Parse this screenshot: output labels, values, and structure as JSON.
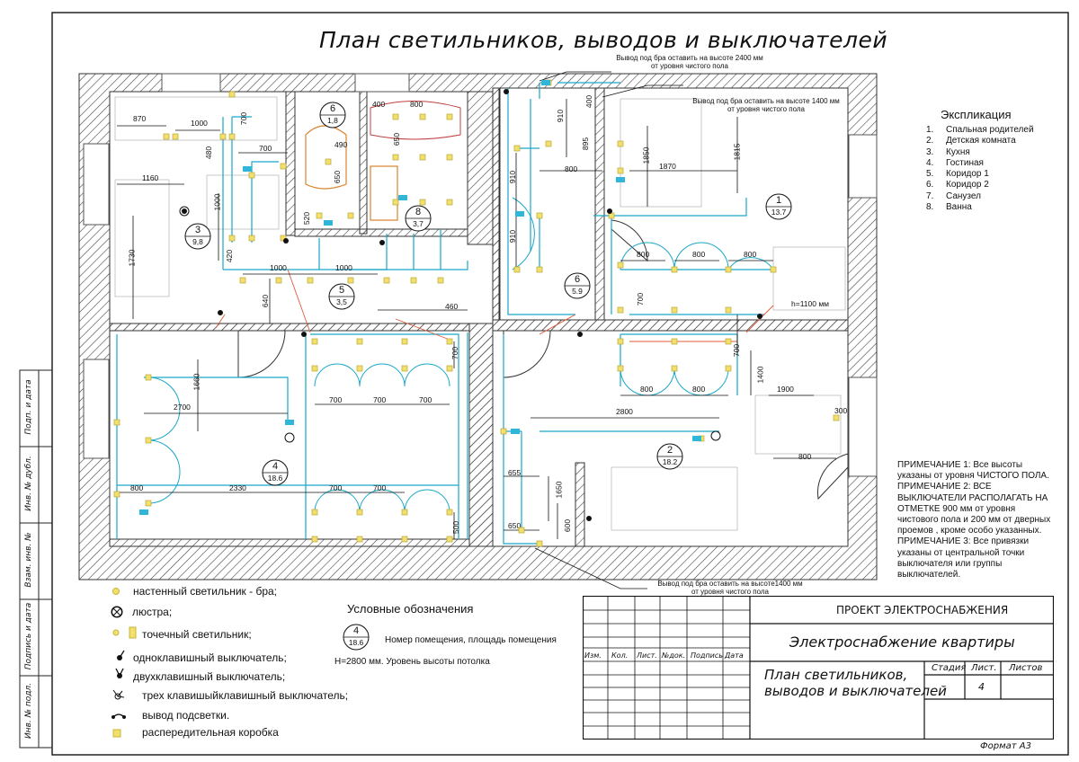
{
  "title": "План светильников, выводов и выключателей",
  "top_notes": {
    "bra_2400": [
      "Вывод под бра оставить на высоте  2400 мм",
      "от уровня чистого пола"
    ],
    "bra_1400_top": [
      "Вывод под бра оставить на высоте  1400 мм",
      "от уровня чистого пола"
    ],
    "bra_1400_bottom": [
      "Вывод под бра оставить на высоте1400 мм",
      "от уровня чистого пола"
    ]
  },
  "explication": {
    "title": "Экспликация",
    "items": [
      {
        "n": "1.",
        "name": "Спальная родителей"
      },
      {
        "n": "2.",
        "name": "Детская комната"
      },
      {
        "n": "3.",
        "name": "Кухня"
      },
      {
        "n": "4.",
        "name": "Гостиная"
      },
      {
        "n": "5.",
        "name": "Коридор 1"
      },
      {
        "n": "6.",
        "name": "Коридор 2"
      },
      {
        "n": "7.",
        "name": "Санузел"
      },
      {
        "n": "8.",
        "name": "Ванна"
      }
    ]
  },
  "notes": [
    "ПРИМЕЧАНИЕ 1: Все высоты",
    "указаны от уровня ЧИСТОГО ПОЛА.",
    "ПРИМЕЧАНИЕ 2: ВСЕ",
    "ВЫКЛЮЧАТЕЛИ РАСПОЛАГАТЬ НА",
    "ОТМЕТКЕ 900 мм от уровня",
    "чистового пола и 200 мм от дверных",
    "проемов , кроме особо указанных.",
    "ПРИМЕЧАНИЕ 3: Все привязки",
    "указаны от центральной точки",
    "выключателя или группы",
    "выключателей."
  ],
  "rooms": [
    {
      "no": "1",
      "area": "13.7"
    },
    {
      "no": "2",
      "area": "18.2"
    },
    {
      "no": "3",
      "area": "9,8"
    },
    {
      "no": "4",
      "area": "18.6"
    },
    {
      "no": "5",
      "area": "3,5"
    },
    {
      "no": "6",
      "area": "1,8"
    },
    {
      "no": "8",
      "area": "3,7"
    },
    {
      "no": "6",
      "area": "5.9"
    }
  ],
  "dims": {
    "d870": "870",
    "d1000a": "1000",
    "d700a": "700",
    "d480": "480",
    "d700b": "700",
    "d1160": "1160",
    "d1730": "1730",
    "d1000b": "1000",
    "d1000c": "1000",
    "d1000d": "1000",
    "d460": "460",
    "d640": "640",
    "d420": "420",
    "d520": "520",
    "d490": "490",
    "d650a": "650",
    "d400": "400",
    "d800a": "800",
    "d650b": "650",
    "d910a": "910",
    "d910b": "910",
    "d910c": "910",
    "d895": "895",
    "d400b": "400",
    "d800b": "800",
    "d1850": "1850",
    "d1870": "1870",
    "d1815": "1815",
    "d800c": "800",
    "d800d": "800",
    "d800e": "800",
    "d700c": "700",
    "h1100": "h=1100 мм",
    "d700d": "700",
    "d1400": "1400",
    "d800f": "800",
    "d800g": "800",
    "d1900": "1900",
    "d300": "300",
    "d2800": "2800",
    "d800h": "800",
    "d655": "655",
    "d1650": "1650",
    "d650c": "650",
    "d600": "600",
    "d1660": "1660",
    "d2700": "2700",
    "d700e": "700",
    "d700f": "700",
    "d700g": "700",
    "d700h": "700",
    "d800i": "800",
    "d2330": "2330",
    "d700i": "700",
    "d700j": "700",
    "d500": "500"
  },
  "legend": {
    "items": [
      "настенный светильник - бра;",
      "люстра;",
      "точечный светильник;",
      "одноклавишный выключатель;",
      "двухклавишный выключатель;",
      "трех клавишыйклавишный выключатель;",
      "вывод подсветки.",
      "распередительная коробка"
    ]
  },
  "conditions": {
    "title": "Условные обозначения",
    "sample_no": "4",
    "sample_area": "18.6",
    "desc1": "Номер помещения, площадь помещения",
    "desc2": "H=2800 мм.  Уровень высоты потолка"
  },
  "stamp": {
    "project": "ПРОЕКТ ЭЛЕКТРОСНАБЖЕНИЯ",
    "name": "Электроснабжение квартиры",
    "sheet_title_1": "План светильников,",
    "sheet_title_2": "выводов и выключателей",
    "col_izm": "Изм.",
    "col_kol": "Кол.",
    "col_list": "Лист.",
    "col_ndok": "№док.",
    "col_podpis": "Подпись",
    "col_data": "Дата",
    "stage_label": "Стадия",
    "list_label": "Лист.",
    "lists_label": "Листов",
    "list_value": "4",
    "format": "Формат А3"
  },
  "side_stamp": [
    "Подп. и дата",
    "Инв. № дубл.",
    "Взам. инв. №",
    "Подпись и дата",
    "Инв. № подл."
  ],
  "colors": {
    "wire": "#1aa7c9",
    "wire_dark": "#0b6d86",
    "lamp": "#f2e06b",
    "label": "#2fb6d9",
    "hatch": "#444444",
    "red_line": "#e05a3a"
  }
}
